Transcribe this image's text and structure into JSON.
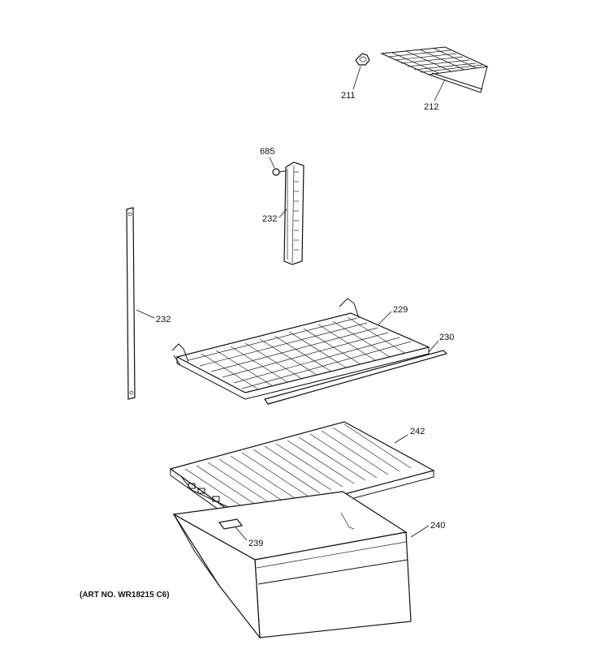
{
  "callouts": {
    "c211": "211",
    "c212": "212",
    "c685": "685",
    "c232_upper": "232",
    "c232_left": "232",
    "c229": "229",
    "c230": "230",
    "c242": "242",
    "c240": "240",
    "c239": "239"
  },
  "art_number": "(ART NO. WR18215 C6)"
}
